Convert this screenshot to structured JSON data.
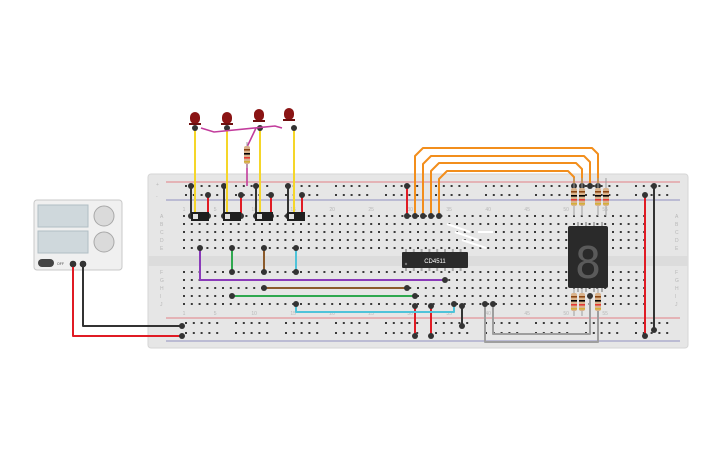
{
  "circuit": {
    "breadboard": {
      "columns": 60,
      "rows_top": [
        "A",
        "B",
        "C",
        "D",
        "E"
      ],
      "rows_bottom": [
        "F",
        "G",
        "H",
        "I",
        "J"
      ],
      "column_numbers": [
        "1",
        "5",
        "10",
        "15",
        "20",
        "25",
        "30",
        "35",
        "40",
        "45",
        "50",
        "55"
      ],
      "rail_signs": [
        "+",
        "-"
      ]
    },
    "chip": {
      "label": "CD4511"
    },
    "power_supply": {
      "off_label": "OFF"
    },
    "display": {
      "digit": "8"
    },
    "led_count": 4,
    "wire_colors": {
      "red": "#e01b24",
      "black": "#333333",
      "yellow": "#f5d629",
      "orange": "#f28e1c",
      "purple": "#8a3ab9",
      "green": "#2fa84f",
      "brown": "#8b5a2b",
      "cyan": "#4fc3d9",
      "magenta": "#c23c9c",
      "gray": "#9e9e9e"
    }
  }
}
